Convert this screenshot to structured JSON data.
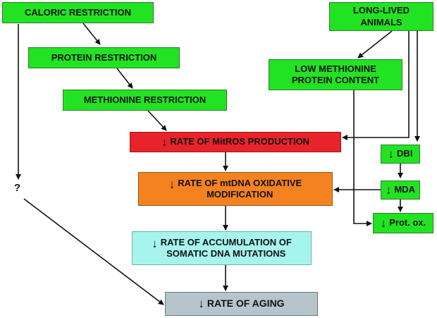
{
  "boxes": {
    "caloric": "CALORIC RESTRICTION",
    "protein": "PROTEIN RESTRICTION",
    "methionine": "METHIONINE RESTRICTION",
    "longlived_l1": "LONG-LIVED",
    "longlived_l2": "ANIMALS",
    "lowmet_l1": "LOW METHIONINE",
    "lowmet_l2": "PROTEIN CONTENT",
    "mitros": "RATE OF MitROS PRODUCTION",
    "mtdna_l1": "RATE OF mtDNA OXIDATIVE",
    "mtdna_l2": "MODIFICATION",
    "somatic_l1": "RATE OF ACCUMULATION OF",
    "somatic_l2": "SOMATIC DNA MUTATIONS",
    "aging": "RATE OF AGING",
    "dbi": "DBI",
    "mda": "MDA",
    "protox": "Prot. ox."
  },
  "question_mark": "?",
  "down_arrow": "↓",
  "colors": {
    "green": "#22e322",
    "red": "#e8232a",
    "orange": "#f58220",
    "cyan": "#a6f5ec",
    "grey": "#b6c4cc"
  }
}
